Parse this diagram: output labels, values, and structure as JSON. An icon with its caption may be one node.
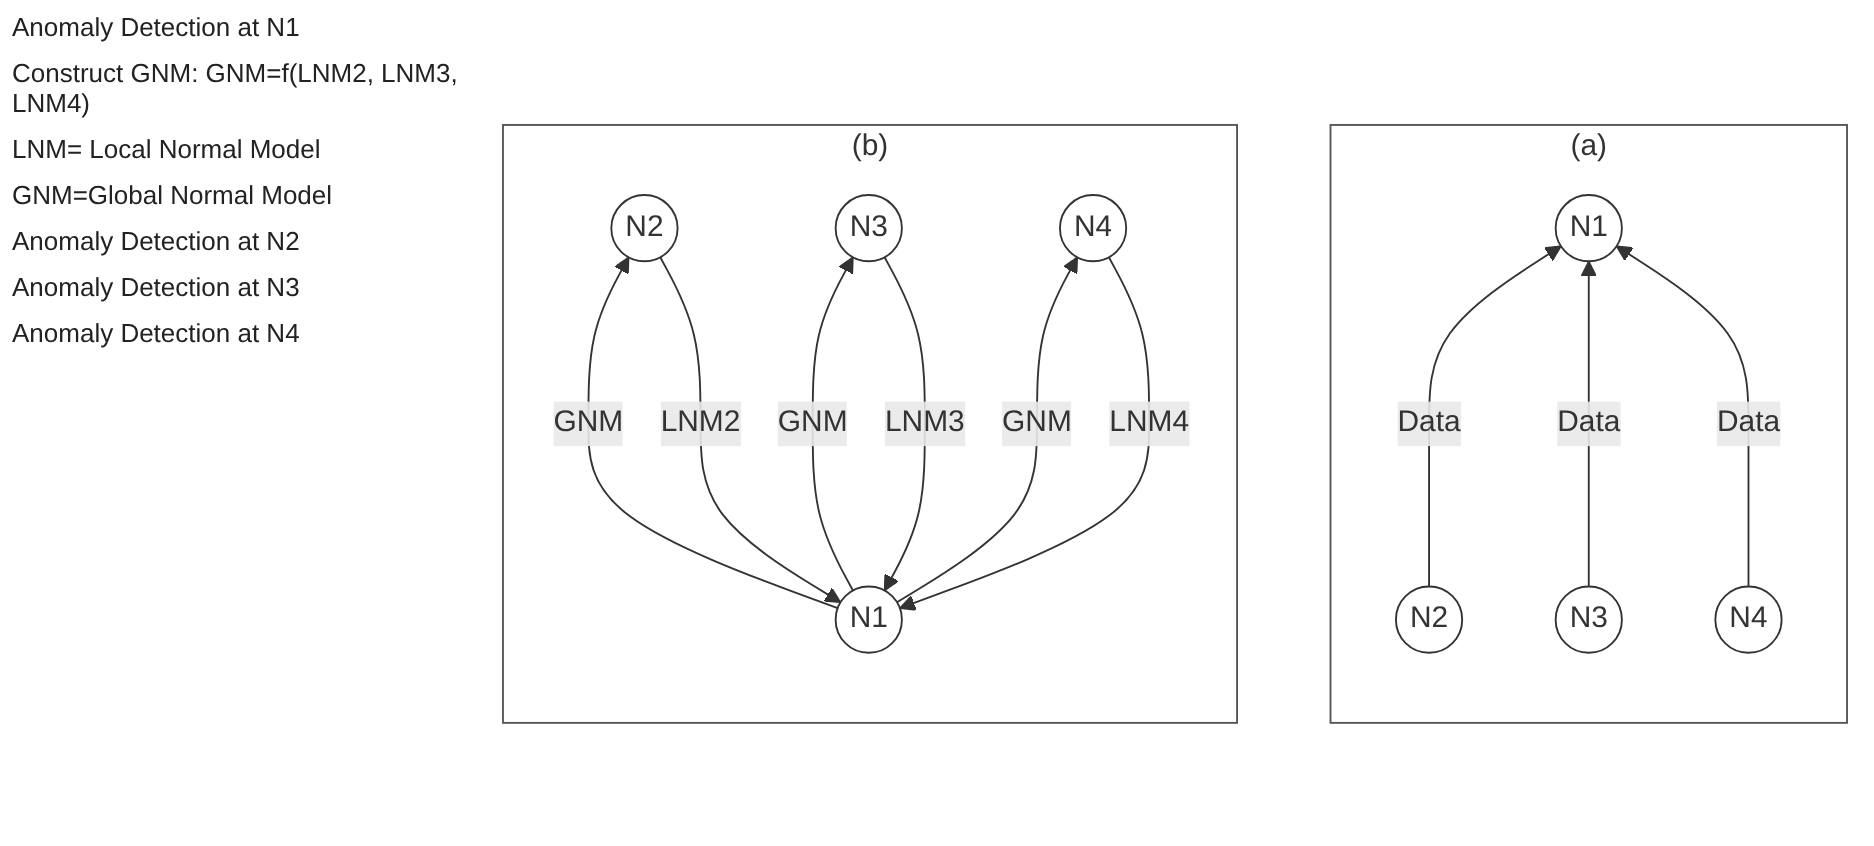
{
  "diagram": {
    "nodes": [
      {
        "text": [
          "(a)"
        ]
      },
      {
        "text": [
          "N1"
        ],
        "in": 0
      },
      {
        "text": [
          "N2"
        ],
        "in": 0
      },
      {
        "text": [
          "N3"
        ],
        "in": 0
      },
      {
        "text": [
          "N4"
        ],
        "in": 0
      },
      {
        "text": [
          "(b)"
        ]
      },
      {
        "text": [
          "N1"
        ],
        "in": 5
      },
      {
        "text": [
          "N2"
        ],
        "in": 5
      },
      {
        "text": [
          "N3"
        ],
        "in": 5
      },
      {
        "text": [
          "N4"
        ],
        "in": 5
      }
    ],
    "edges": [
      {
        "from": 2,
        "to": 1,
        "arrow": "to",
        "label": "Data"
      },
      {
        "from": 3,
        "to": 1,
        "arrow": "to",
        "label": "Data"
      },
      {
        "from": 4,
        "to": 1,
        "arrow": "to",
        "label": "Data"
      },
      {
        "from": 7,
        "to": 6,
        "arrow": "to",
        "label": "LNM2"
      },
      {
        "from": 6,
        "to": 7,
        "arrow": "to",
        "label": "GNM"
      },
      {
        "from": 8,
        "to": 6,
        "arrow": "to",
        "label": "LNM3"
      },
      {
        "from": 6,
        "to": 8,
        "arrow": "to",
        "label": "GNM"
      },
      {
        "from": 6,
        "to": 9,
        "arrow": "to",
        "label": "GNM"
      },
      {
        "from": 9,
        "to": 6,
        "arrow": "to",
        "label": "LNM4"
      }
    ],
    "labels": [
      "Anomaly Detection at N1",
      "Construct GNM: GNM=f(LNM2, LNM3, LNM4)",
      "LNM= Local Normal Model",
      "GNM=Global Normal Model",
      "Anomaly Detection at N2",
      "Anomaly Detection at N3",
      "Anomaly Detection at N4"
    ]
  }
}
